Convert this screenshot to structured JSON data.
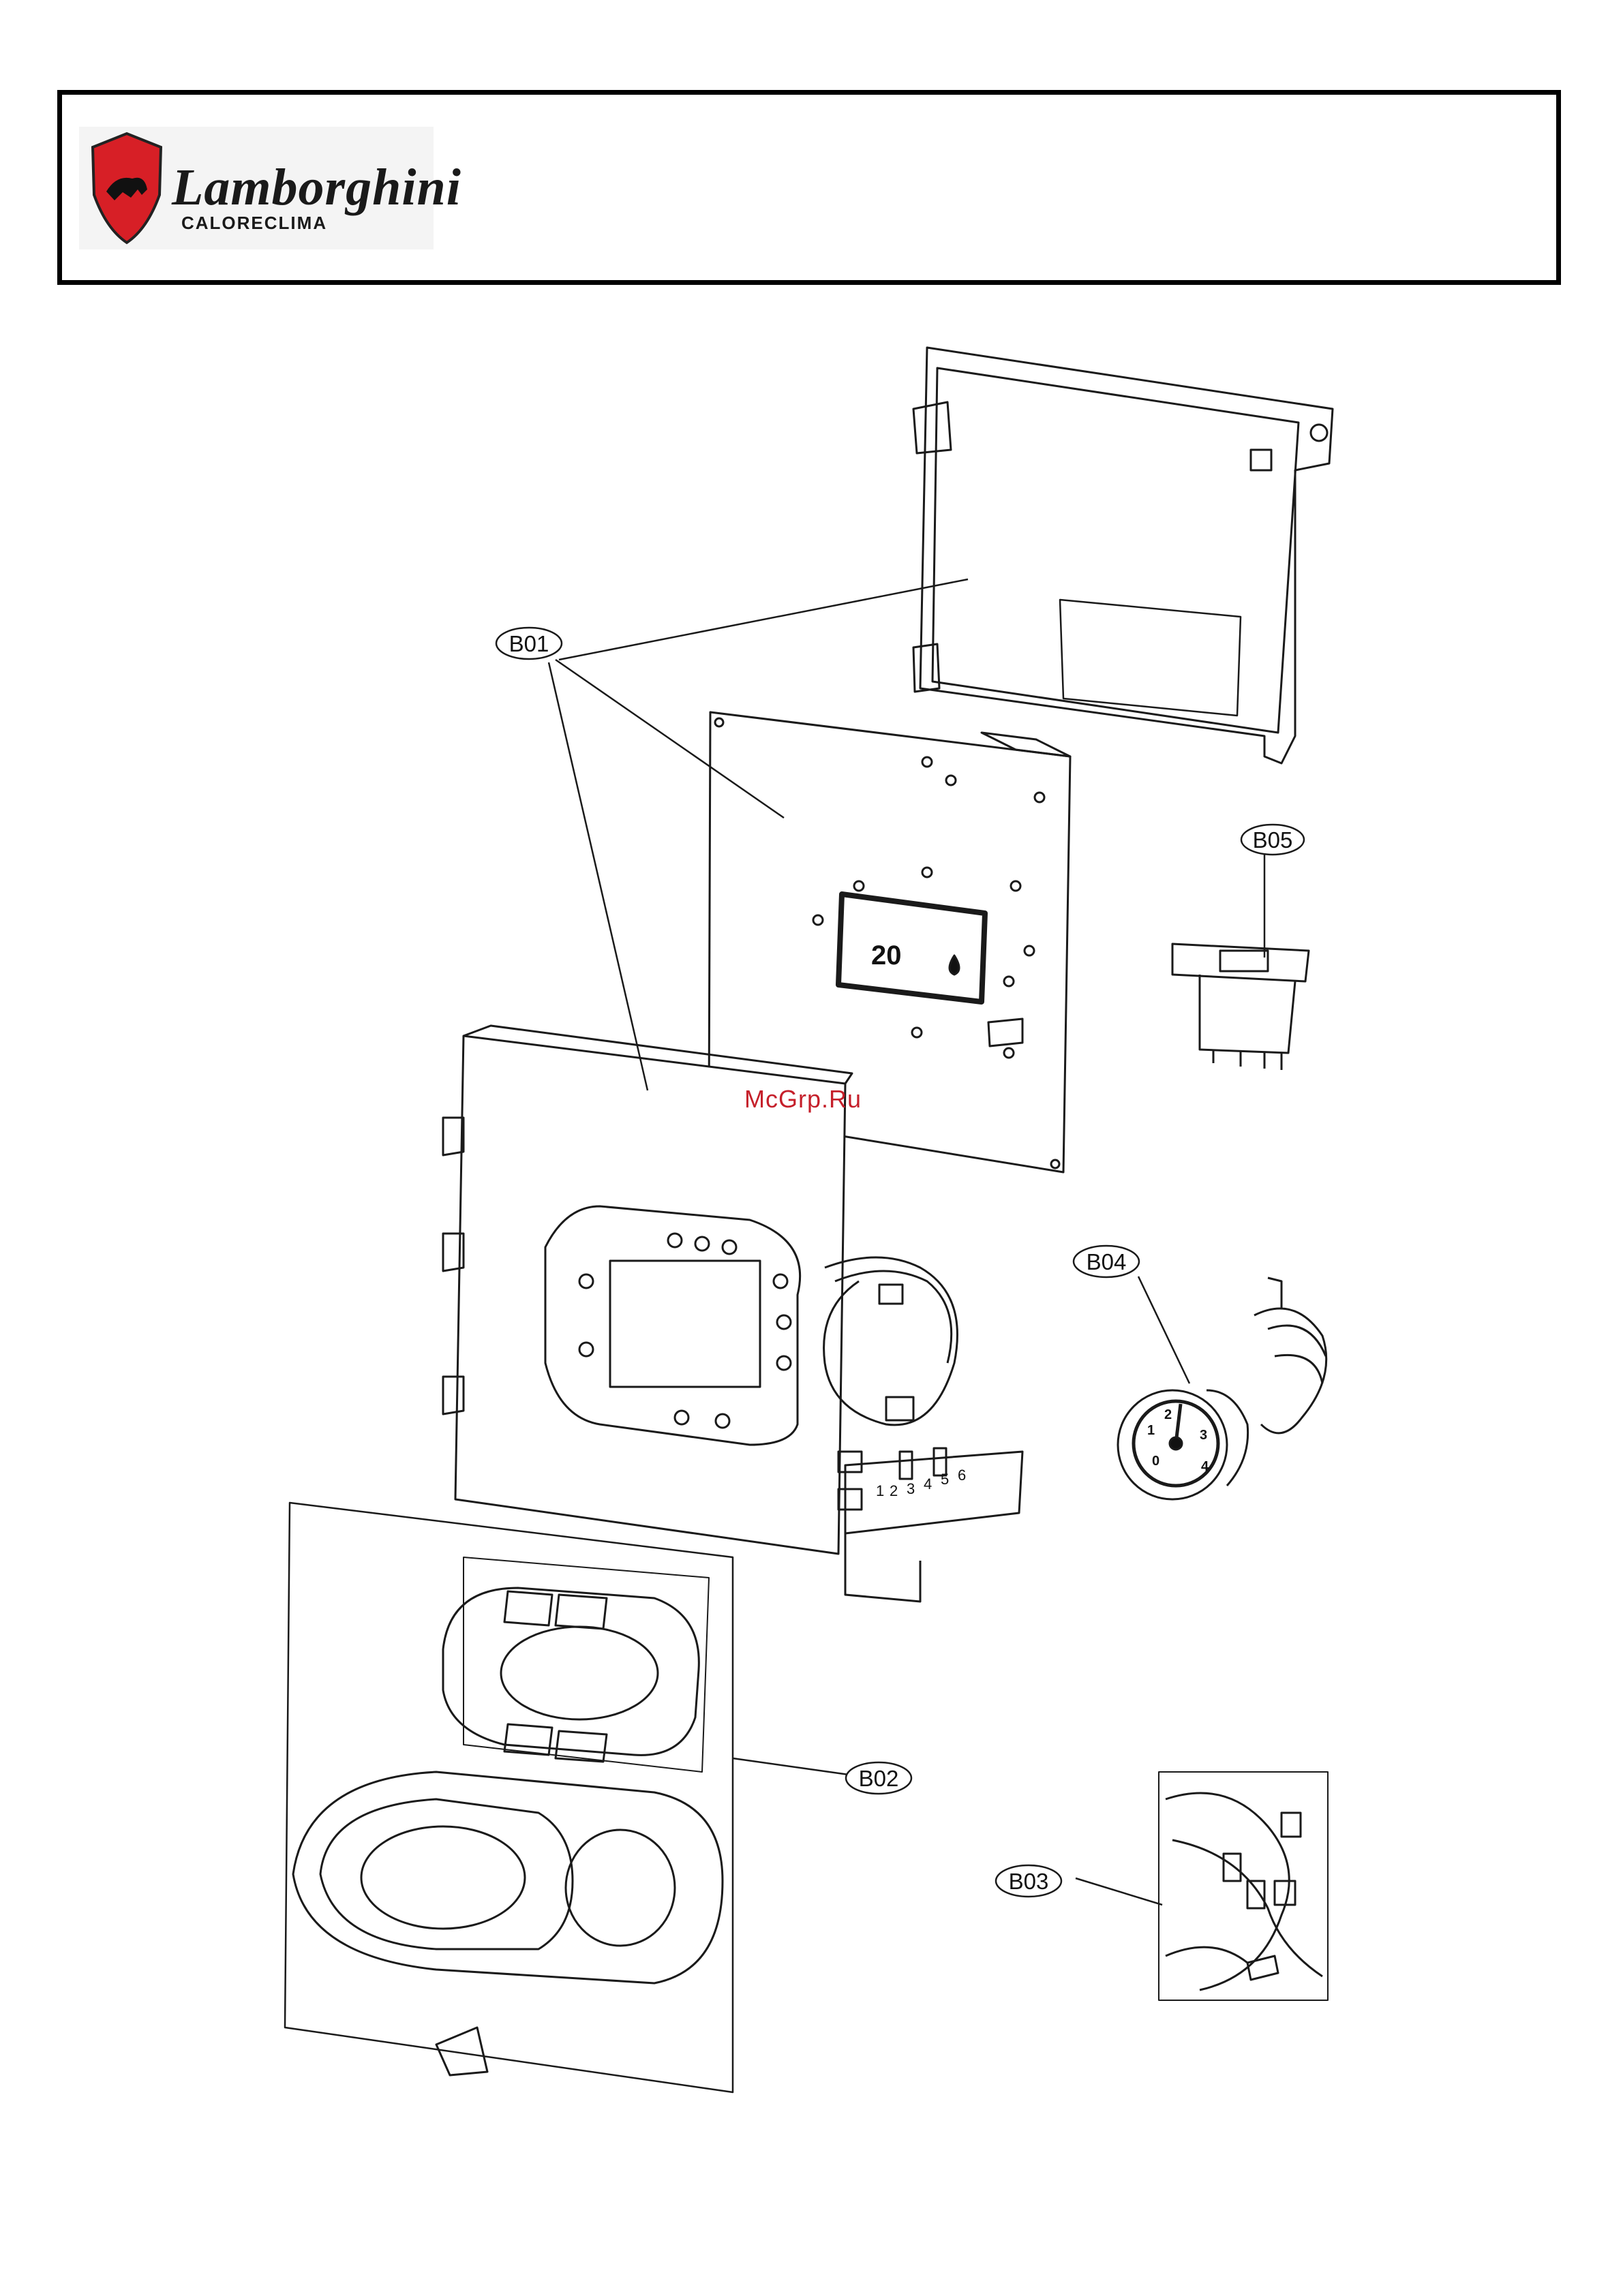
{
  "header": {
    "brand": "Lamborghini",
    "subbrand": "CALORECLIMA"
  },
  "callouts": {
    "b01": "B01",
    "b02": "B02",
    "b03": "B03",
    "b04": "B04",
    "b05": "B05"
  },
  "gauge": {
    "tick_labels": [
      "0",
      "1",
      "2",
      "3",
      "4"
    ]
  },
  "connector_pins": [
    "1",
    "2",
    "3",
    "4",
    "5",
    "6"
  ],
  "display": {
    "readout": "20"
  },
  "watermark": "McGrp.Ru",
  "colors": {
    "logo_red": "#d71f26",
    "watermark_red": "#c51f2a",
    "line": "#1a1a1a"
  }
}
